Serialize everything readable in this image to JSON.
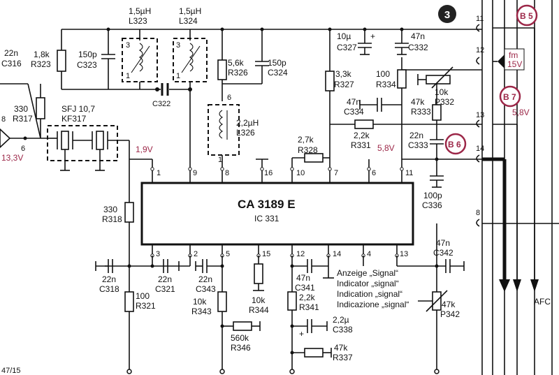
{
  "section_number": "3",
  "ic": {
    "name": "CA 3189 E",
    "ref": "IC 331"
  },
  "pins_top": [
    "1",
    "9",
    "8",
    "16",
    "10",
    "7",
    "6",
    "11"
  ],
  "pins_bottom": [
    "3",
    "2",
    "5",
    "15",
    "12",
    "14",
    "4",
    "13"
  ],
  "voltages": {
    "pin1": "1,9V",
    "pin6": "5,8V",
    "rail13": "5,8V",
    "input": "13,3V"
  },
  "components": {
    "C316": {
      "value": "22n",
      "ref": "C316"
    },
    "R323": {
      "value": "1,8k",
      "ref": "R323"
    },
    "C323": {
      "value": "150p",
      "ref": "C323"
    },
    "L323": {
      "value": "1,5µH",
      "ref": "L323"
    },
    "L324": {
      "value": "1,5µH",
      "ref": "L324"
    },
    "C322": {
      "ref": "C322"
    },
    "R326": {
      "value": "5,6k",
      "ref": "R326"
    },
    "C324": {
      "value": "150p",
      "ref": "C324"
    },
    "L326": {
      "value": "2,2µH",
      "ref": "L326"
    },
    "C327": {
      "value": "10µ",
      "ref": "C327"
    },
    "C332": {
      "value": "47n",
      "ref": "C332"
    },
    "R327": {
      "value": "3,3k",
      "ref": "R327"
    },
    "R334": {
      "value": "100",
      "ref": "R334"
    },
    "P332": {
      "value": "10k",
      "ref": "P332"
    },
    "C334": {
      "value": "47n",
      "ref": "C334"
    },
    "R333": {
      "value": "47k",
      "ref": "R333"
    },
    "R317": {
      "value": "330",
      "ref": "R317"
    },
    "KF317": {
      "value": "SFJ 10,7",
      "ref": "KF317"
    },
    "R328": {
      "value": "2,7k",
      "ref": "R328"
    },
    "R331": {
      "value": "2,2k",
      "ref": "R331"
    },
    "C333": {
      "value": "22n",
      "ref": "C333"
    },
    "C336": {
      "value": "100p",
      "ref": "C336"
    },
    "R318": {
      "value": "330",
      "ref": "R318"
    },
    "C318": {
      "value": "22n",
      "ref": "C318"
    },
    "C321": {
      "value": "22n",
      "ref": "C321"
    },
    "R321": {
      "value": "100",
      "ref": "R321"
    },
    "C343": {
      "value": "22n",
      "ref": "C343"
    },
    "R343": {
      "value": "10k",
      "ref": "R343"
    },
    "R346": {
      "value": "560k",
      "ref": "R346"
    },
    "R344": {
      "value": "10k",
      "ref": "R344"
    },
    "C341": {
      "value": "47n",
      "ref": "C341"
    },
    "R341": {
      "value": "2,2k",
      "ref": "R341"
    },
    "C338": {
      "value": "2,2µ",
      "ref": "C338"
    },
    "R337": {
      "value": "47k",
      "ref": "R337"
    },
    "C342": {
      "value": "47n",
      "ref": "C342"
    },
    "P342": {
      "value": "47k",
      "ref": "P342"
    }
  },
  "connectors": {
    "c11": "11",
    "c12": "12",
    "c13": "13",
    "c14": "14",
    "c8": "8",
    "left8": "8",
    "left6": "6"
  },
  "bubbles": {
    "b5": "B 5",
    "b6": "B 6",
    "b7": "B 7"
  },
  "fm_label": [
    "fm",
    "15V"
  ],
  "indicator_text": [
    "Anzeige „Signal“",
    "Indicator „signal“",
    "Indication „signal“",
    "Indicazione „signal“"
  ],
  "afc_label": "AFC",
  "footer_fragment": "47/15"
}
